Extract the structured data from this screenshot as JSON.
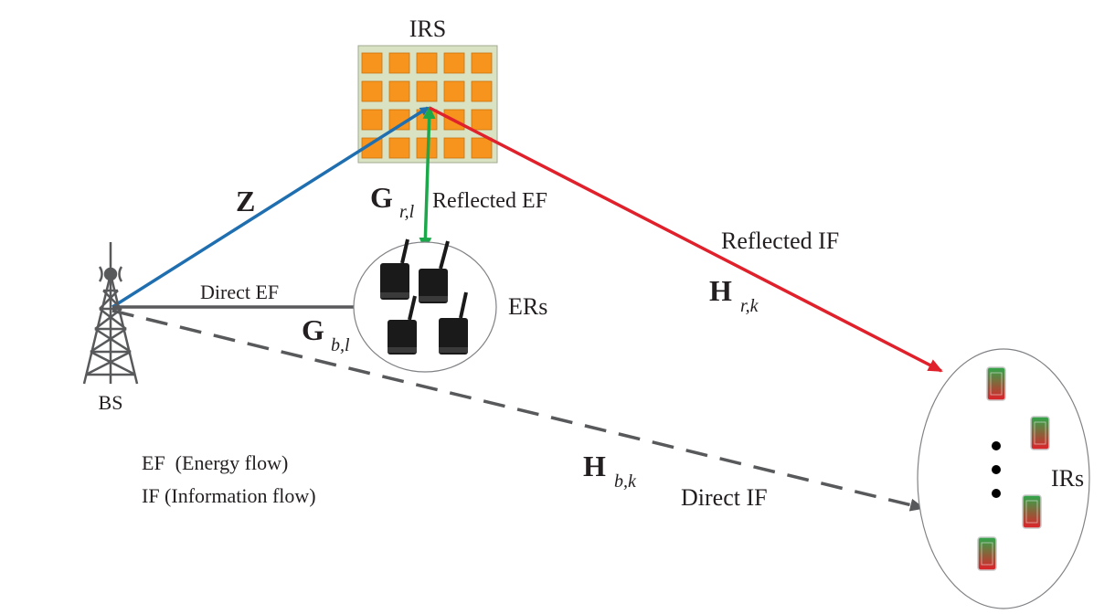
{
  "nodes": {
    "irs": "IRS",
    "bs": "BS",
    "ers": "ERs",
    "irs_receivers": "IRs"
  },
  "links": {
    "z": "Z",
    "g_rl": {
      "sym": "G",
      "sub": "r,l"
    },
    "g_bl": {
      "sym": "G",
      "sub": "b,l"
    },
    "h_rk": {
      "sym": "H",
      "sub": "r,k"
    },
    "h_bk": {
      "sym": "H",
      "sub": "b,k"
    }
  },
  "flows": {
    "reflected_ef": "Reflected EF",
    "direct_ef": "Direct EF",
    "reflected_if": "Reflected IF",
    "direct_if": "Direct IF"
  },
  "legend": {
    "ef": "EF  (Energy flow)",
    "if": "IF (Information flow)"
  },
  "colors": {
    "z_link": "#1f6fb0",
    "ef_link": "#1aa84a",
    "if_link": "#e0202a",
    "direct_link": "#58595b",
    "irs_panel": "#d9e3c4",
    "irs_element": "#f7941d"
  }
}
